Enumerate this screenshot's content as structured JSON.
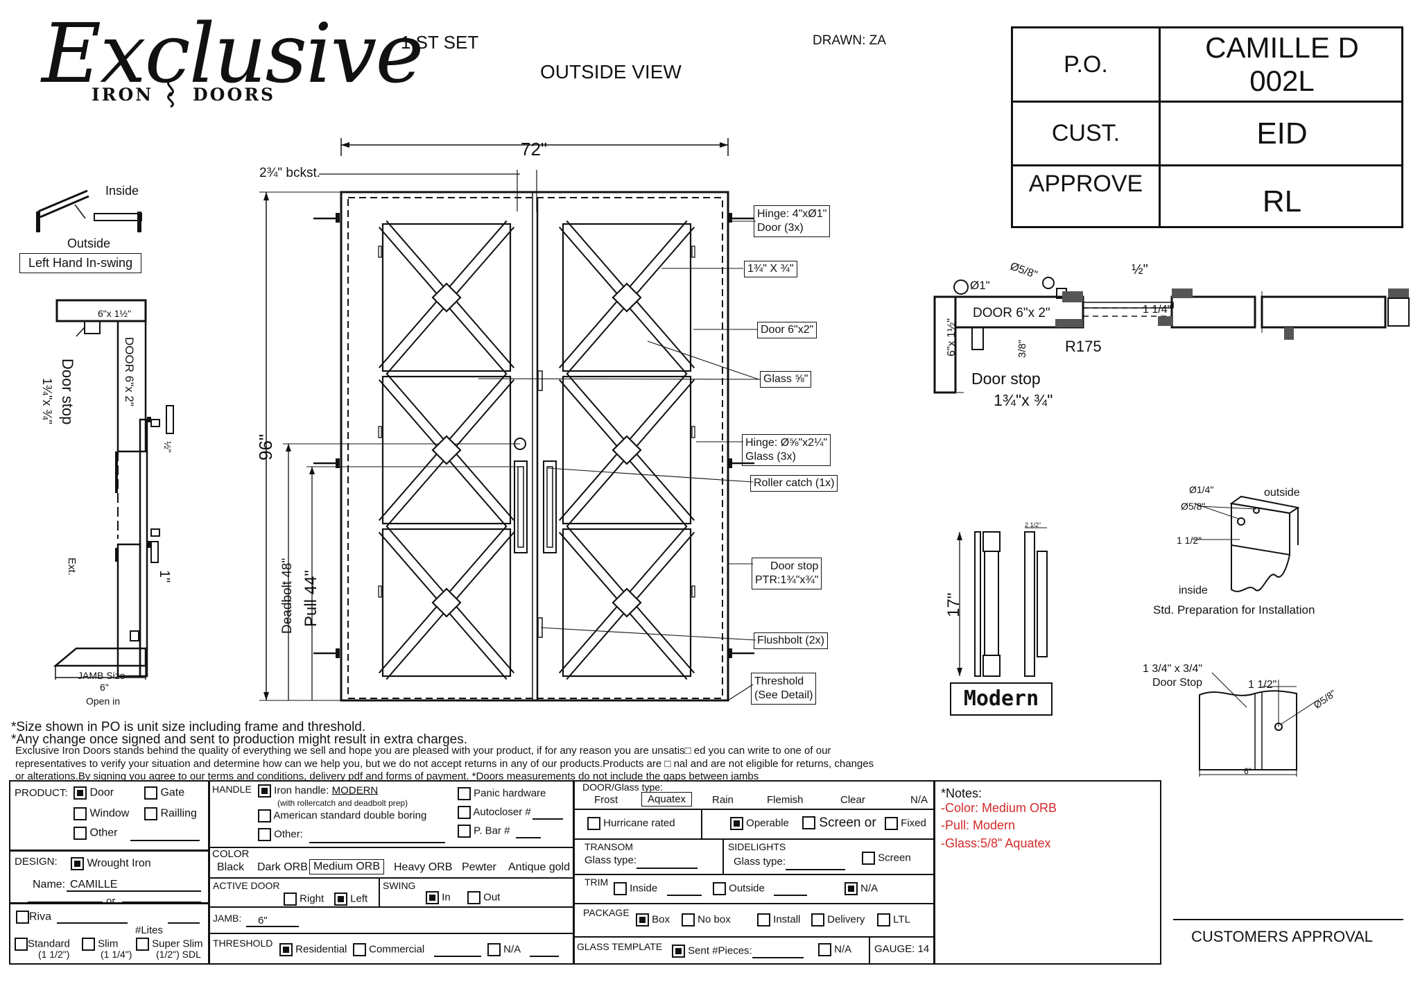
{
  "brand": {
    "name": "Exclusive",
    "sub_left": "IRON",
    "sub_right": "DOORS"
  },
  "header": {
    "set": "1 ST SET",
    "view": "OUTSIDE VIEW",
    "drawn": "DRAWN: ZA"
  },
  "titleblock": {
    "po_label": "P.O.",
    "po_line1": "CAMILLE D",
    "po_line2": "002L",
    "cust_label": "CUST.",
    "cust_value": "EID",
    "approve_label": "APPROVE",
    "approve_value": "RL"
  },
  "swing": {
    "inside": "Inside",
    "outside": "Outside",
    "type": "Left Hand In-swing"
  },
  "jamb_section": {
    "top": "6\"x 1½\"",
    "door": "DOOR 6\"x 2\"",
    "stop": "Door stop",
    "stop_size": "1¾\"x ¾\"",
    "half": "½\"",
    "one": "1\"",
    "ext": "Ext.",
    "jamb_label": "JAMB Size",
    "jamb_val": "6\"",
    "open": "Open in"
  },
  "elevation": {
    "width": "72\"",
    "height": "96\"",
    "bckst": "2¾\" bckst.",
    "deadbolt": "Deadbolt 48\"",
    "pull": "Pull 44\"",
    "callouts": {
      "hinge1a": "Hinge: 4\"xØ1\"",
      "hinge1b": "Door (3x)",
      "bar": "1¾\" X ¾\"",
      "door": "Door 6\"x2\"",
      "glass": "Glass ⅝\"",
      "hinge2a": "Hinge: Ø⅝\"x2¼\"",
      "hinge2b": "Glass (3x)",
      "roller": "Roller catch  (1x)",
      "stop_a": "Door stop",
      "stop_b": "PTR:1¾\"x¾\"",
      "flushbolt": "Flushbolt (2x)",
      "threshold_a": "Threshold",
      "threshold_b": "(See Detail)"
    }
  },
  "plan_section": {
    "d1": "Ø1\"",
    "d58": "Ø5/8\"",
    "half": "½\"",
    "door": "DOOR 6\"x 2\"",
    "onequarter": "1 1/4\"",
    "side": "6\"x 1½\"",
    "threeeighth": "3/8\"",
    "r175": "R175",
    "stop": "Door stop",
    "stop_size": "1¾\"x ¾\""
  },
  "handle": {
    "len": "17\"",
    "w": "2 1/2\"",
    "name": "Modern"
  },
  "install_prep": {
    "d14": "Ø1/4\"",
    "d58": "Ø5/8\"",
    "outside": "outside",
    "inside": "inside",
    "onehalf": "1 1/2\"",
    "caption": "Std. Preparation for Installation"
  },
  "stop_detail": {
    "a": "1 3/4\" x 3/4\"",
    "b": "Door Stop",
    "c": "1 1/2\"",
    "d": "Ø5/8\"",
    "e": "6\""
  },
  "notes_top": [
    "*Size shown in PO is unit size including frame and threshold.",
    "*Any change once signed and sent to production might result in extra charges."
  ],
  "disclaimer": [
    "Exclusive Iron Doors stands behind the quality of everything we sell and hope you are pleased with your product, if for any reason you are unsatis□ ed you can write to one of our",
    "representatives to verify your situation and determine how can we help you, but we do not accept returns in any of our products.Products are □ nal and are not eligible for returns, changes",
    "or alterations.By signing you agree to our terms and conditions, delivery pdf and forms of payment. *Doors measurements do not include the gaps between jambs"
  ],
  "form": {
    "product": "PRODUCT:",
    "door": "Door",
    "gate": "Gate",
    "window": "Window",
    "railing": "Railling",
    "other": "Other",
    "design": "DESIGN:",
    "wrought": "Wrought Iron",
    "name_label": "Name:",
    "name_val": "CAMILLE",
    "or": "or",
    "riva": "Riva",
    "lites": "#Lites",
    "standard": "Standard",
    "std_sz": "(1 1/2\")",
    "slim": "Slim",
    "slim_sz": "(1 1/4\")",
    "super": "Super Slim",
    "super_sz": "(1/2\") SDL",
    "handle": "HANDLE",
    "iron_handle": "Iron handle:",
    "handle_val": "MODERN",
    "handle_note": "(with rollercatch and deadbolt prep)",
    "american": "American standard double boring",
    "other2": "Other:",
    "panic": "Panic hardware",
    "autocloser": "Autocloser #",
    "pbar": "P. Bar #",
    "color": "COLOR",
    "black": "Black",
    "dark_orb": "Dark ORB",
    "med_orb": "Medium ORB",
    "heavy_orb": "Heavy ORB",
    "pewter": "Pewter",
    "antique": "Antique gold",
    "active": "ACTIVE DOOR",
    "right": "Right",
    "left": "Left",
    "swing": "SWING",
    "in": "In",
    "out": "Out",
    "jamb": "JAMB:",
    "jamb_val": "6\"",
    "threshold": "THRESHOLD",
    "residential": "Residential",
    "commercial": "Commercial",
    "na": "N/A",
    "glass_type": "DOOR/Glass type:",
    "frost": "Frost",
    "aquatex": "Aquatex",
    "rain": "Rain",
    "flemish": "Flemish",
    "clear": "Clear",
    "hurricane": "Hurricane rated",
    "operable": "Operable",
    "screen_or": "Screen or",
    "fixed": "Fixed",
    "transom": "TRANSOM",
    "glass_type2": "Glass type:",
    "sidelights": "SIDELIGHTS",
    "screen": "Screen",
    "trim": "TRIM",
    "inside": "Inside",
    "outside": "Outside",
    "package": "PACKAGE",
    "box": "Box",
    "nobox": "No box",
    "install": "Install",
    "delivery": "Delivery",
    "ltl": "LTL",
    "glass_template": "GLASS TEMPLATE",
    "sent": "Sent #Pieces:",
    "gauge": "GAUGE: 14"
  },
  "notes": {
    "title": "*Notes:",
    "color": "-Color: Medium ORB",
    "pull": "-Pull: Modern",
    "glass": "-Glass:5/8\"    Aquatex"
  },
  "approval": "CUSTOMERS APPROVAL"
}
